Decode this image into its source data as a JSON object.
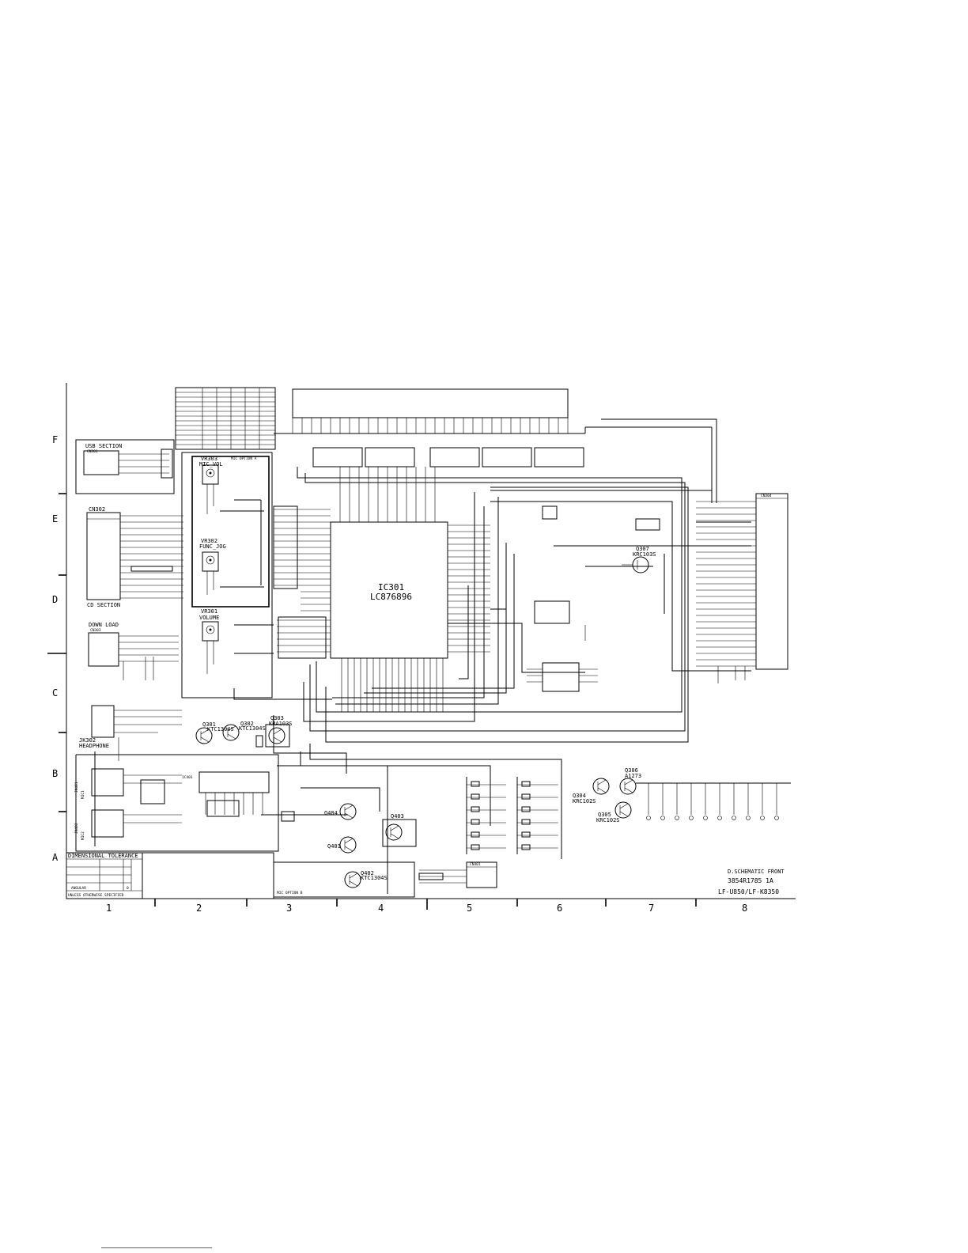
{
  "zones": {
    "rows": [
      "F",
      "E",
      "D",
      "C",
      "B",
      "A"
    ],
    "cols": [
      "1",
      "2",
      "3",
      "4",
      "5",
      "6",
      "7",
      "8"
    ]
  },
  "sections": {
    "usb": "USB SECTION",
    "usb_conn": "CN301",
    "cd_header": "CN302",
    "cd_section": "CD SECTION",
    "down_load": "DOWN LOAD",
    "down_load_conn": "CN303",
    "mic_option_a": "MIC OPTION A",
    "mic_option_b": "MIC OPTION B",
    "dimensional_tolerance": "DIMENSIONAL TOLERANCE",
    "angular": "ANGULAR",
    "angular_value": "0",
    "unless": "UNLESS OTHERWISE SPECIFIED"
  },
  "main_ic": {
    "ref": "IC301",
    "part": "LC876896"
  },
  "controls": [
    {
      "ref": "VR303",
      "name": "MIC_VOL"
    },
    {
      "ref": "VR302",
      "name": "FUNC_JOG"
    },
    {
      "ref": "VR301",
      "name": "VOLUME"
    }
  ],
  "transistors": [
    {
      "ref": "Q301",
      "part": "KTC1304S"
    },
    {
      "ref": "Q302",
      "part": "KTC1304S"
    },
    {
      "ref": "Q303",
      "part": "KRA103S"
    },
    {
      "ref": "Q304",
      "part": "KRC102S"
    },
    {
      "ref": "Q305",
      "part": "KRC102S"
    },
    {
      "ref": "Q306",
      "part": "A1273"
    },
    {
      "ref": "Q307",
      "part": "KRC103S"
    },
    {
      "ref": "Q401",
      "part": ""
    },
    {
      "ref": "Q402",
      "part": "KTC1304S"
    },
    {
      "ref": "Q403",
      "part": ""
    },
    {
      "ref": "Q404",
      "part": ""
    }
  ],
  "jacks": [
    {
      "ref": "JK302",
      "name": "HEADPHONE"
    },
    {
      "ref": "JK401",
      "name": "MIC1"
    },
    {
      "ref": "JK402",
      "name": "MIC2"
    }
  ],
  "ic401": "IC401",
  "cn304": "CN304",
  "cn401": "CN401",
  "title_block": {
    "title": "D.SCHEMATIC FRONT",
    "part_no": "3854R1785 1A",
    "models": "LF-U850/LF-K8350"
  }
}
